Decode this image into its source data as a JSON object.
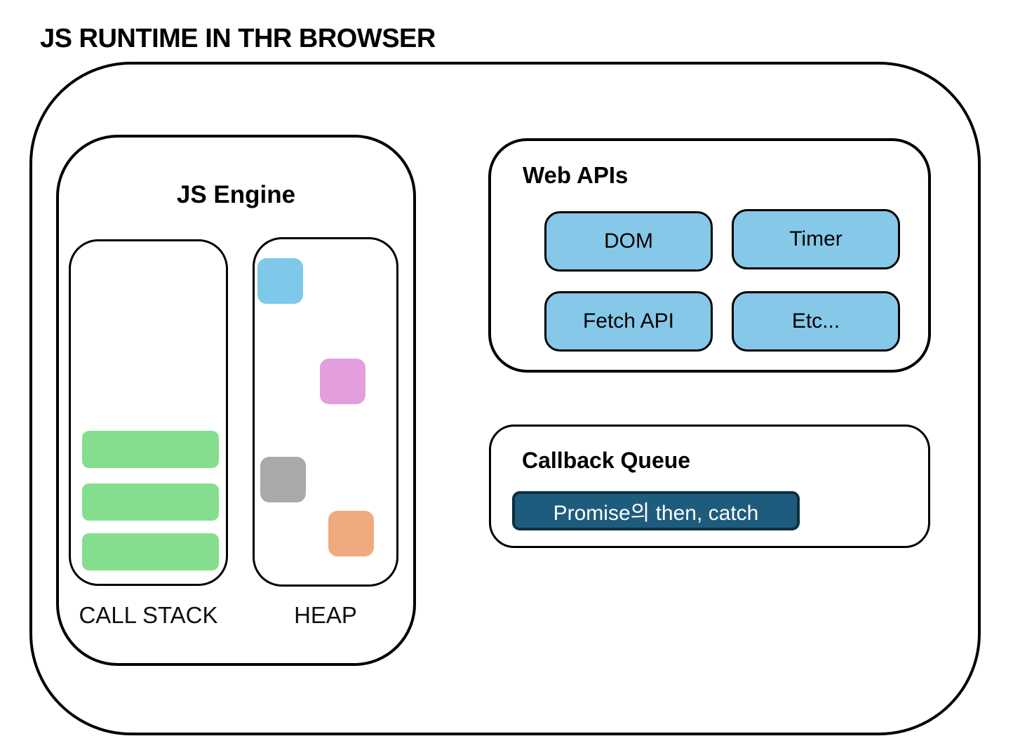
{
  "title": "JS RUNTIME IN THR BROWSER",
  "js_engine": {
    "title": "JS Engine",
    "call_stack": {
      "label": "CALL STACK",
      "frame_count": 3,
      "frame_color": "#85DE8E"
    },
    "heap": {
      "label": "HEAP",
      "objects": [
        {
          "name": "heap-object-blue",
          "color": "#7EC8E9"
        },
        {
          "name": "heap-object-pink",
          "color": "#E39EDD"
        },
        {
          "name": "heap-object-gray",
          "color": "#A9A9A9"
        },
        {
          "name": "heap-object-orange",
          "color": "#F1A97E"
        }
      ]
    }
  },
  "web_apis": {
    "title": "Web APIs",
    "button_color": "#85C8E8",
    "items": [
      "DOM",
      "Timer",
      "Fetch API",
      "Etc..."
    ]
  },
  "callback_queue": {
    "title": "Callback Queue",
    "items": [
      {
        "label": "Promise의 then, catch",
        "bg": "#1E5C7E",
        "text_color": "#FFFFFF"
      }
    ]
  },
  "colors": {
    "border": "#000000",
    "background": "#FFFFFF"
  }
}
